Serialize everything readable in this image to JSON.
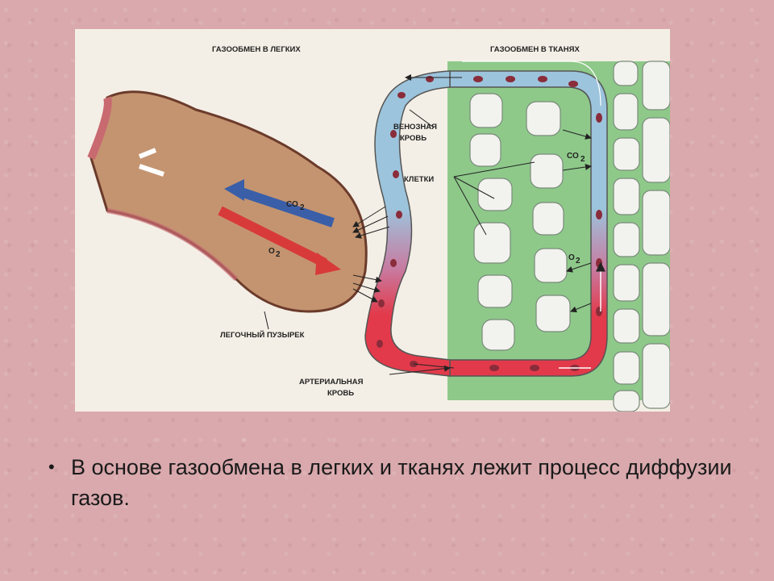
{
  "diagram": {
    "label_lungs": "ГАЗООБМЕН В ЛЕГКИХ",
    "label_tissues": "ГАЗООБМЕН В ТКАНЯХ",
    "label_venous_1": "ВЕНОЗНАЯ",
    "label_venous_2": "КРОВЬ",
    "label_cells": "КЛЕТКИ",
    "label_alveolus": "ЛЕГОЧНЫЙ ПУЗЫРЕК",
    "label_arterial_1": "АРТЕРИАЛЬНАЯ",
    "label_arterial_2": "КРОВЬ",
    "gas_co2": "СО",
    "gas_o2": "О",
    "subscript": "2",
    "colors": {
      "venous": "#9cc4dc",
      "arterial": "#e23a4a",
      "tissue": "#8ec98a",
      "alveolus": "#c49470",
      "cell": "#f2f2ee"
    }
  },
  "bullet": {
    "text": "В основе газообмена в легких и тканях лежит процесс диффузии газов."
  }
}
